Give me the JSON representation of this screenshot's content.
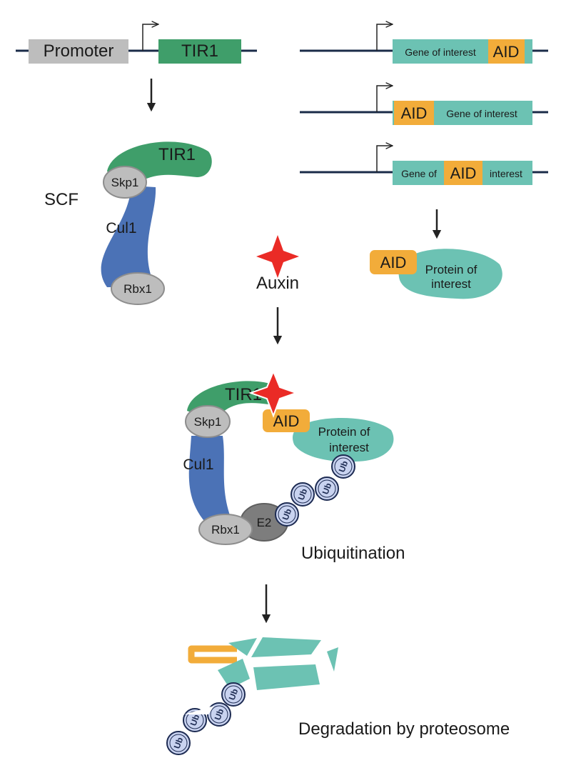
{
  "construct_tir1": {
    "promoter": "Promoter",
    "gene": "TIR1"
  },
  "construct_c_term": {
    "gene": "Gene of interest",
    "tag": "AID"
  },
  "construct_n_term": {
    "tag": "AID",
    "gene": "Gene of interest"
  },
  "construct_internal": {
    "gene_part1": "Gene of",
    "tag": "AID",
    "gene_part2": "interest"
  },
  "scf_complex": {
    "label": "SCF",
    "tir1": "TIR1",
    "skp1": "Skp1",
    "cul1": "Cul1",
    "rbx1": "Rbx1"
  },
  "auxin": {
    "label": "Auxin"
  },
  "fusion_protein": {
    "tag": "AID",
    "line1": "Protein of",
    "line2": "interest"
  },
  "ubiquitination": {
    "label": "Ubiquitination",
    "tir1": "TIR1",
    "skp1": "Skp1",
    "cul1": "Cul1",
    "rbx1": "Rbx1",
    "e2": "E2",
    "tag": "AID",
    "protein_line1": "Protein of",
    "protein_line2": "interest",
    "ub": "Ub"
  },
  "degradation": {
    "label": "Degradation by proteosome",
    "ub": "Ub"
  },
  "colors": {
    "tir1_green": "#3f9e6a",
    "cul1_blue": "#4b72b6",
    "gray_subunit": "#bdbdbd",
    "e2_gray": "#7d7d7d",
    "aid_orange": "#f2ac3a",
    "protein_teal": "#6cc2b3",
    "ub_lavender": "#c9d3f0",
    "auxin_red": "#ea2b26",
    "dna_line": "#1a2b48"
  }
}
